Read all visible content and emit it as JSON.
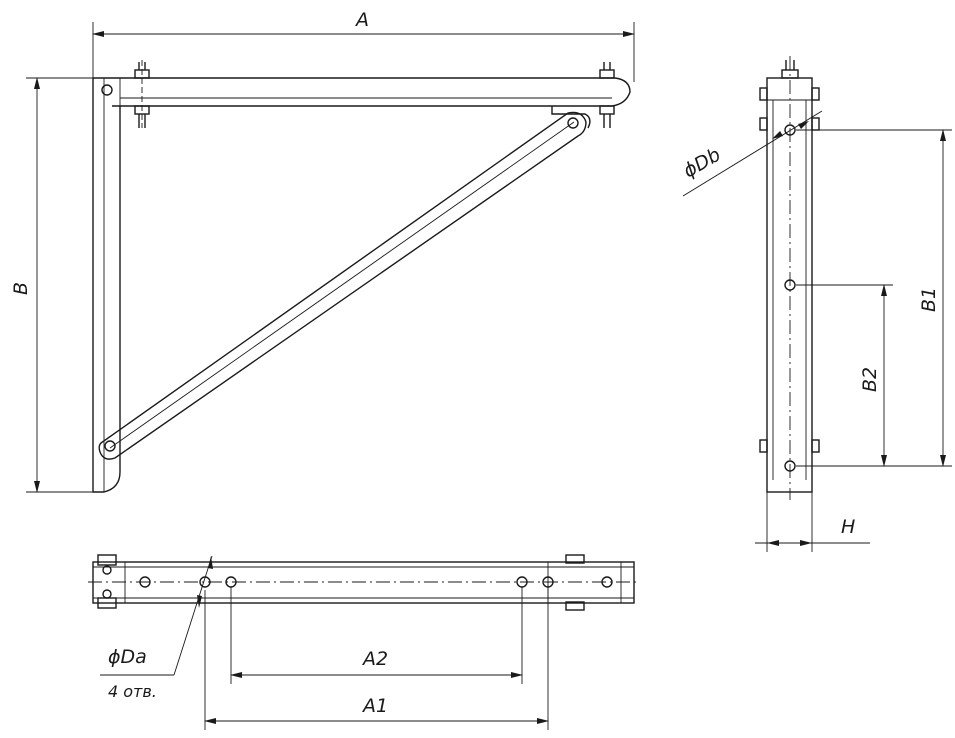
{
  "labels": {
    "A": "A",
    "B": "B",
    "A1": "A1",
    "A2": "A2",
    "B1": "B1",
    "B2": "B2",
    "H": "H",
    "Da": "ϕDa",
    "Db": "ϕDb",
    "holes": "4 отв."
  },
  "colors": {
    "ink": "#1a1a1a",
    "background": "#ffffff"
  }
}
